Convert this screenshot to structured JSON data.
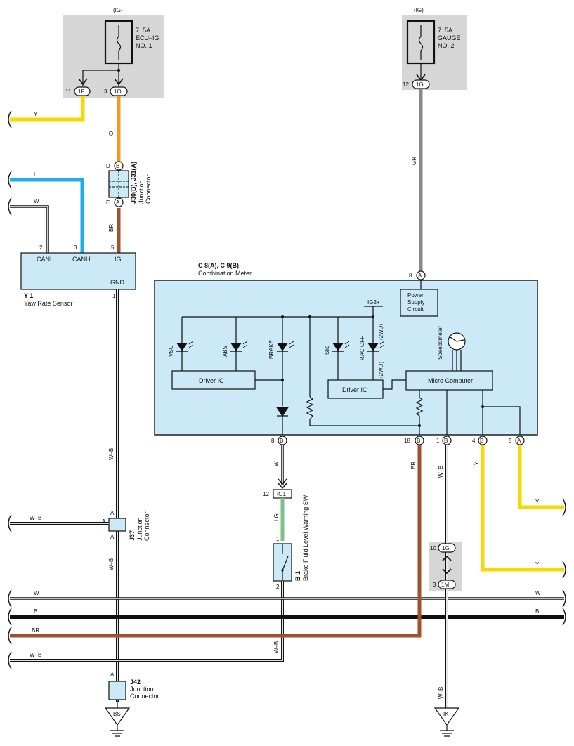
{
  "fuses": {
    "left": {
      "tag": "(IG)",
      "rating": "7. 5A",
      "name1": "ECU–IG",
      "name2": "NO. 1"
    },
    "right": {
      "tag": "(IG)",
      "rating": "7. 5A",
      "name1": "GAUGE",
      "name2": "NO. 2"
    }
  },
  "connectors": {
    "c1F": "1F",
    "c1O": "1O",
    "c1G_top": "1G",
    "cIO1": "IO1",
    "c1G_bot": "1G",
    "c1M": "1M",
    "B": "B",
    "A": "A"
  },
  "pins": {
    "p11": "11",
    "p3": "3",
    "p12": "12",
    "p12b": "12",
    "p8": "8",
    "p18": "18",
    "p1": "1",
    "p4": "4",
    "p5": "5",
    "p8b": "8",
    "p10": "10",
    "p3b": "3",
    "p2": "2",
    "p3s": "3",
    "p5s": "5",
    "p1s": "1",
    "p1sw": "1",
    "p2sw": "2",
    "D": "D",
    "E": "E",
    "A1": "A",
    "A2": "A",
    "A3": "A",
    "A4": "A"
  },
  "wires": {
    "Y": "Y",
    "O": "O",
    "GR": "GR",
    "L": "L",
    "W": "W",
    "BR": "BR",
    "WB": "W–B",
    "LG": "LG",
    "B": "B"
  },
  "junction_top": {
    "id": "J30(B), J31(A)",
    "l1": "Junction",
    "l2": "Connector"
  },
  "junction_j37": {
    "id": "J37",
    "l1": "Junction",
    "l2": "Connector"
  },
  "junction_j42": {
    "id": "J42",
    "l1": "Junction",
    "l2": "Connector"
  },
  "yaw": {
    "id": "Y 1",
    "name": "Yaw Rate Sensor",
    "canl": "CANL",
    "canh": "CANH",
    "ig": "IG",
    "gnd": "GND"
  },
  "meter": {
    "id": "C 8(A), C 9(B)",
    "name": "Combination Meter",
    "psu1": "Power",
    "psu2": "Supply",
    "psu3": "Circuit",
    "ig2": "IG2+",
    "vsc": "VSC",
    "abs": "ABS",
    "brake": "BRAKE",
    "slip": "Slip",
    "trac": "TRAC OFF",
    "twowd1": "(2WD)",
    "twowd2": "(2WD)",
    "driver1": "Driver IC",
    "driver2": "Driver IC",
    "micro": "Micro Computer",
    "speedo": "Speedometer"
  },
  "switch": {
    "id": "B 1",
    "name": "Brake Fluid Level Warning SW"
  },
  "grounds": {
    "bs": "BS",
    "ik": "IK"
  },
  "colors": {
    "yellow": "#f7d800",
    "orange": "#f39a1f",
    "gray": "#8a8a8a",
    "blue": "#1eaee9",
    "brown": "#a0522d",
    "green": "#7cc08a",
    "panel": "#d6d6d6",
    "box": "#cce9f7"
  }
}
